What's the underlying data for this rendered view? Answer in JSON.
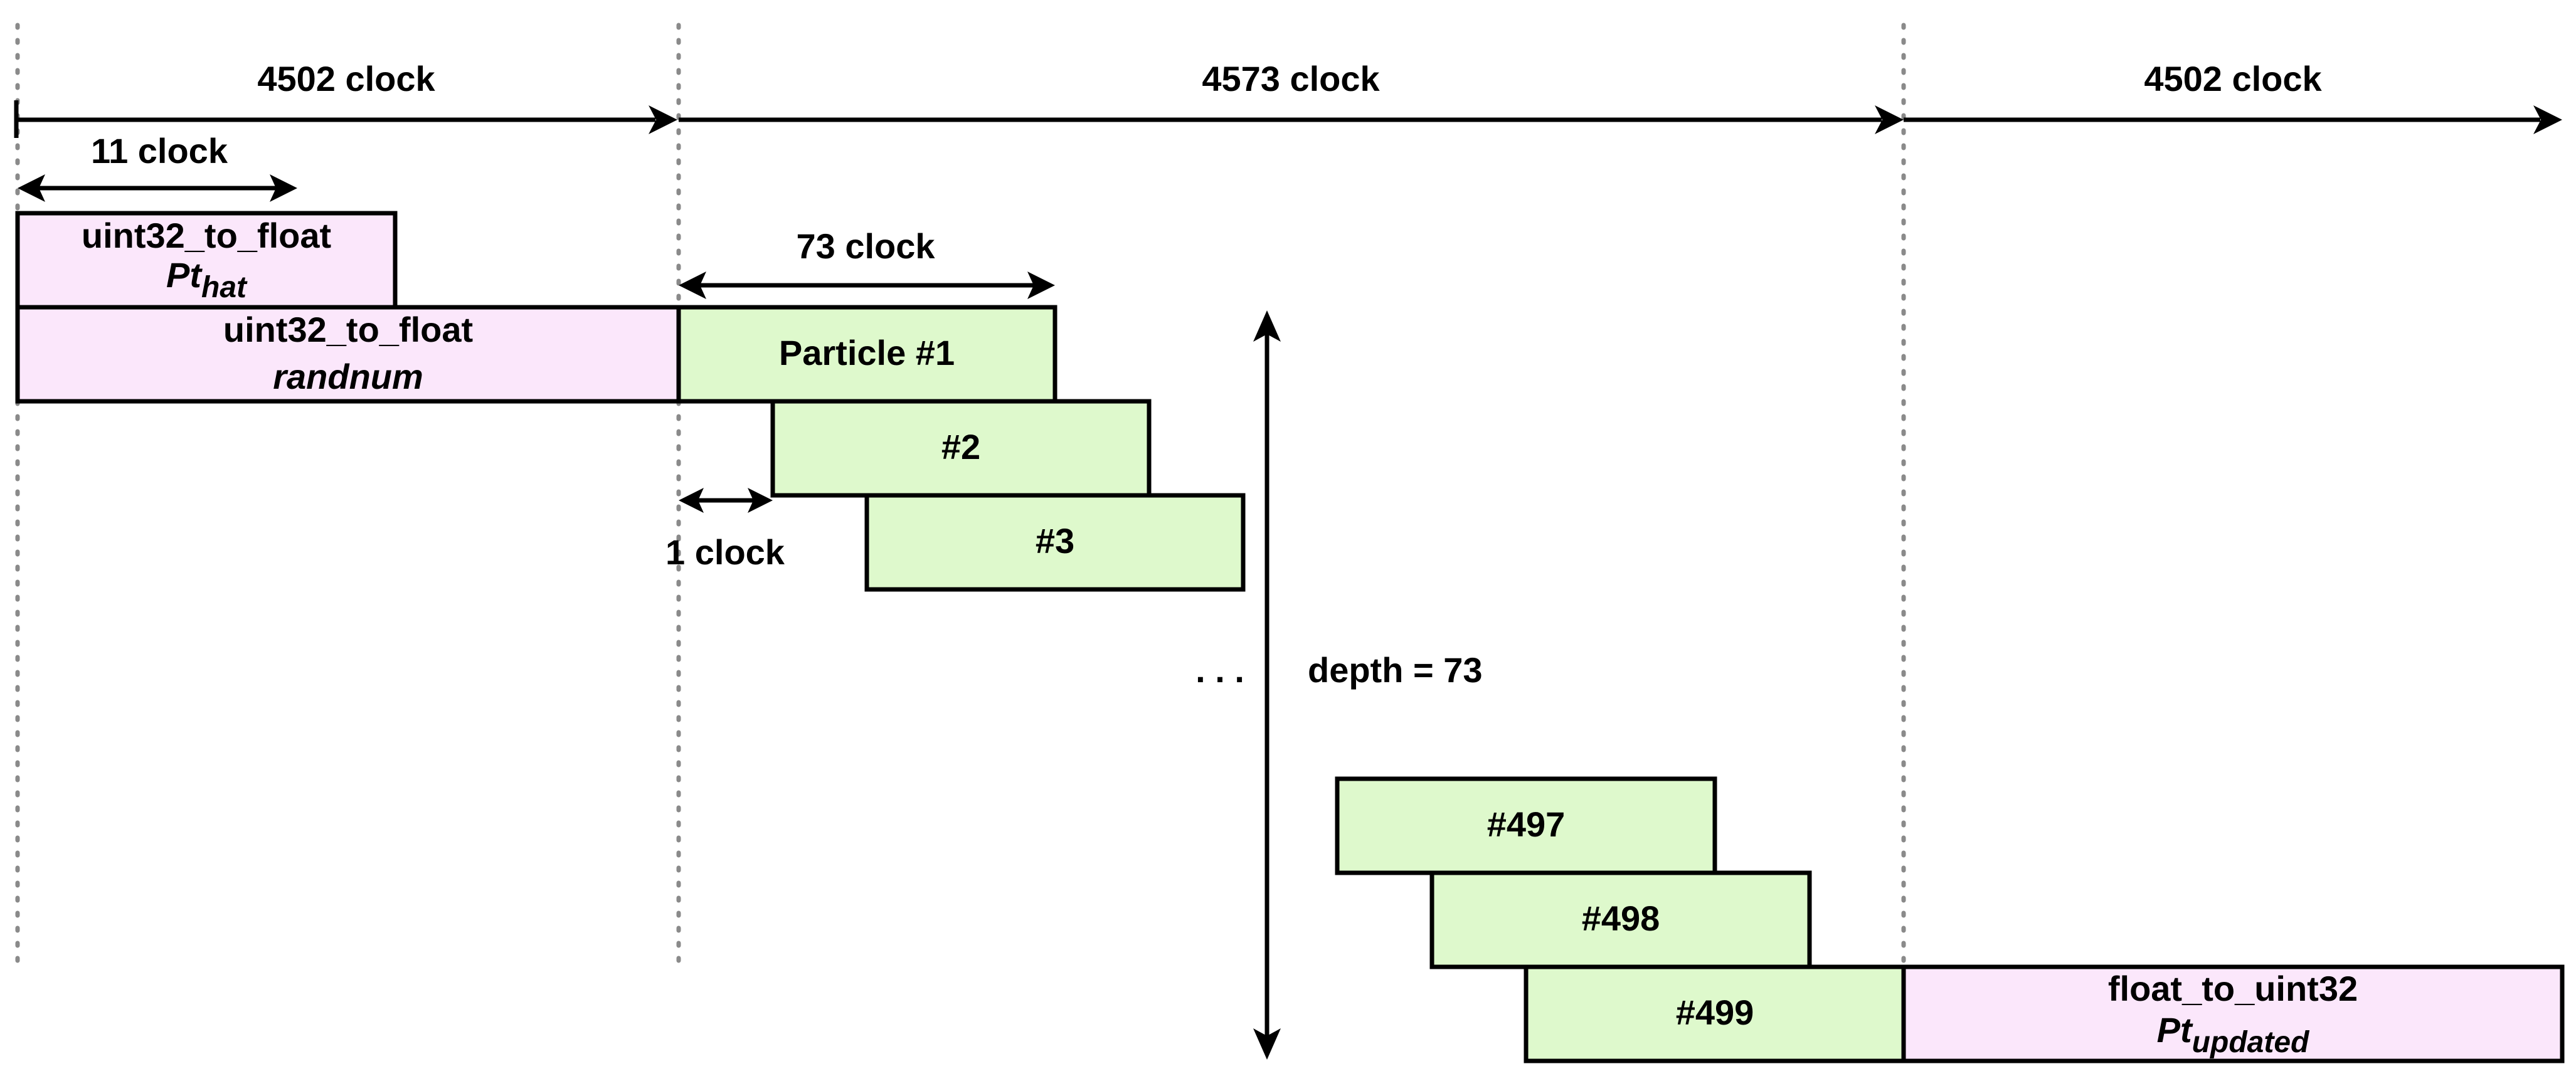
{
  "timeline": {
    "segments": [
      {
        "label": "4502 clock"
      },
      {
        "label": "4573 clock"
      },
      {
        "label": "4502 clock"
      }
    ]
  },
  "measures": {
    "conversion_latency": "11 clock",
    "particle_latency": "73 clock",
    "initiation_interval": "1 clock",
    "pipeline_depth": "depth = 73",
    "ellipsis": ". . ."
  },
  "blocks": {
    "pt_hat": {
      "name": "uint32_to_float",
      "var_base": "Pt",
      "var_sub": "hat"
    },
    "randnum": {
      "name": "uint32_to_float",
      "var": "randnum"
    },
    "particles": [
      "Particle #1",
      "#2",
      "#3",
      "#497",
      "#498",
      "#499"
    ],
    "pt_updated": {
      "name": "float_to_uint32",
      "var_base": "Pt",
      "var_sub": "updated"
    }
  },
  "colors": {
    "conversion_fill": "#fbe7fb",
    "particle_fill": "#def9cc",
    "guide_line": "#8a8a8a"
  }
}
